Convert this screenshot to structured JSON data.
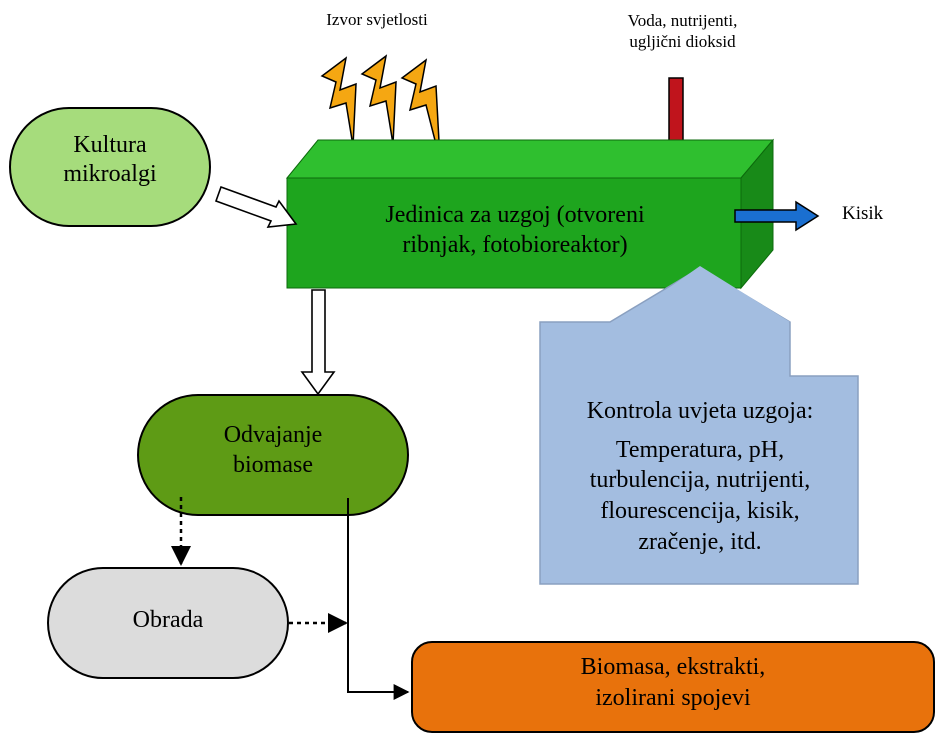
{
  "light_source": {
    "label": "Izvor svjetlosti"
  },
  "inputs": {
    "line1": "Voda, nutrijenti,",
    "line2": "ugljični dioksid"
  },
  "culture": {
    "line1": "Kultura",
    "line2": "mikroalgi"
  },
  "cultivation_unit": {
    "line1": "Jedinica za uzgoj (otvoreni",
    "line2": "ribnjak, fotobioreaktor)"
  },
  "oxygen_output": {
    "label": "Kisik"
  },
  "separation": {
    "line1": "Odvajanje",
    "line2": "biomase"
  },
  "processing": {
    "label": "Obrada"
  },
  "products": {
    "line1": "Biomasa, ekstrakti,",
    "line2": "izolirani spojevi"
  },
  "control": {
    "title": "Kontrola uvjeta uzgoja:",
    "line1": "Temperatura, pH,",
    "line2": "turbulencija, nutrijenti,",
    "line3": "flourescencija, kisik,",
    "line4": "zračenje, itd."
  },
  "colors": {
    "culture_fill": "#a6dc7c",
    "unit_front": "#1ea51e",
    "unit_top": "#2fbf2f",
    "unit_side": "#188a18",
    "separation_fill": "#5e9b15",
    "processing_fill": "#dcdcdc",
    "products_fill": "#e8720c",
    "control_fill": "#a3bde0",
    "lightning": "#f5a712",
    "input_arrow": "#c0141c",
    "oxygen_arrow": "#1a6fd0"
  }
}
